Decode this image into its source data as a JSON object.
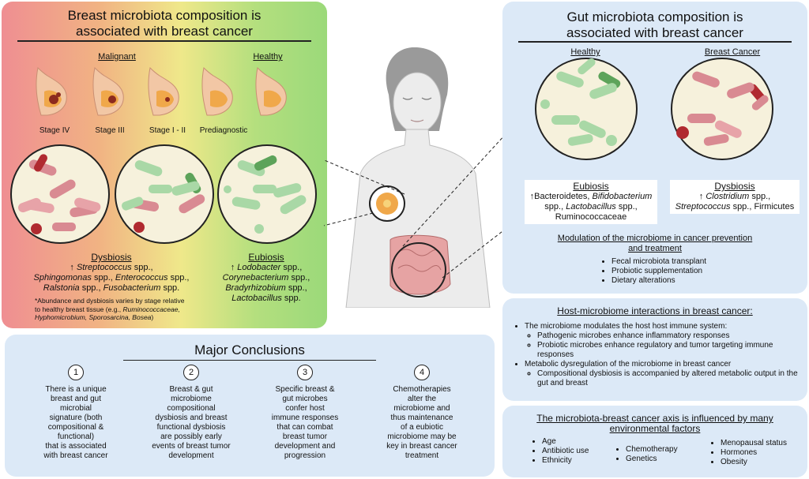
{
  "breast_panel": {
    "title_line1": "Breast microbiota composition is",
    "title_line2": "associated with breast cancer",
    "malignant_label": "Malignant",
    "healthy_label": "Healthy",
    "stages": [
      "Stage IV",
      "Stage III",
      "Stage I - II",
      "Prediagnostic"
    ],
    "dysbiosis": {
      "heading": "Dysbiosis",
      "line1_arrow": "↑",
      "line1_genus": "Streptococcus",
      "line1_suffix": "spp.,",
      "line2_a": "Sphingomonas",
      "line2_b": "spp.,",
      "line2_c": "Enterococcus",
      "line2_d": "spp.,",
      "line3_a": "Ralstonia",
      "line3_b": "spp.,",
      "line3_c": "Fusobacterium",
      "line3_d": "spp."
    },
    "eubiosis": {
      "heading": "Eubiosis",
      "line1_arrow": "↑",
      "line1_genus": "Lodobacter",
      "line1_suffix": "spp.,",
      "line2_genus": "Corynebacterium",
      "line2_suffix": "spp.,",
      "line3_genus": "Bradyrhizobium",
      "line3_suffix": "spp.,",
      "line4_genus": "Lactobacillus",
      "line4_suffix": "spp."
    },
    "footnote_line1": "*Abundance and dysbiosis varies by stage relative",
    "footnote_line2": "to healthy breast tissue (e.g.,",
    "footnote_taxa1": "Ruminococcaceae,",
    "footnote_taxa2": "Hyphomicrobium, Sporosarcina, Bosea",
    "footnote_close": ")"
  },
  "gut_panel": {
    "title_line1": "Gut microbiota composition is",
    "title_line2": "associated with breast cancer",
    "healthy_label": "Healthy",
    "cancer_label": "Breast Cancer",
    "eubiosis": {
      "heading": "Eubiosis",
      "line1_a": "↑Bacteroidetes,",
      "line1_b": "Bifidobacterium",
      "line2_a": "spp.,",
      "line2_b": "Lactobacillus",
      "line2_c": "spp.,",
      "line3": "Ruminococcaceae"
    },
    "dysbiosis": {
      "heading": "Dysbiosis",
      "line1_arrow": "↑",
      "line1_genus": "Clostridium",
      "line1_suffix": "spp.,",
      "line2_genus": "Streptococcus",
      "line2_suffix": "spp., Firmicutes"
    },
    "modulation_title_line1": "Modulation of the microbiome in cancer prevention",
    "modulation_title_line2": "and treatment",
    "modulation_items": [
      "Fecal microbiota transplant",
      "Probiotic supplementation",
      "Dietary alterations"
    ]
  },
  "host_panel": {
    "title": "Host-microbiome interactions in breast cancer:",
    "item1": "The microbiome modulates the host host immune system:",
    "item1_sub1": "Pathogenic microbes enhance inflammatory responses",
    "item1_sub2": "Probiotic microbes enhance regulatory and tumor targeting immune responses",
    "item2": "Metabolic dysregulation of the microbiome  in breast cancer",
    "item2_sub1": "Compositional dysbiosis is accompanied by altered metabolic output in the gut and breast"
  },
  "env_panel": {
    "title_line1": "The microbiota-breast cancer axis is influenced by many",
    "title_line2": "environmental factors",
    "col1": [
      "Age",
      "Antibiotic use",
      "Ethnicity"
    ],
    "col2": [
      "Chemotherapy",
      "Genetics"
    ],
    "col3": [
      "Menopausal status",
      "Hormones",
      "Obesity"
    ]
  },
  "conclusions_panel": {
    "title": "Major Conclusions",
    "items": [
      {
        "num": "1",
        "lines": [
          "There is a unique",
          "breast and gut",
          "microbial",
          "signature (both",
          "compositional &",
          "functional)",
          "that is associated",
          "with breast cancer"
        ]
      },
      {
        "num": "2",
        "lines": [
          "Breast & gut",
          "microbiome",
          "compositional",
          "dysbiosis and breast",
          "functional dysbiosis",
          "are possibly early",
          "events of breast tumor",
          "development"
        ]
      },
      {
        "num": "3",
        "lines": [
          "Specific breast &",
          "gut microbes",
          "confer host",
          "immune responses",
          "that can combat",
          "breast tumor",
          "development and",
          "progression"
        ]
      },
      {
        "num": "4",
        "lines": [
          "Chemotherapies",
          "alter the",
          "microbiome and",
          "thus maintenance",
          "of a eubiotic",
          "microbiome may be",
          "key in breast cancer",
          "treatment"
        ]
      }
    ]
  },
  "colors": {
    "panel_blue": "#dce9f7",
    "gradient_red": "#ef8e92",
    "gradient_yellow": "#efe88a",
    "gradient_green": "#9bd97a",
    "bacteria_pink": "#d98a92",
    "bacteria_green": "#a9d8a6",
    "bacteria_dark_red": "#b02a30",
    "bacteria_dark_green": "#5da35a",
    "cytoplasm": "#f6f1dc"
  }
}
